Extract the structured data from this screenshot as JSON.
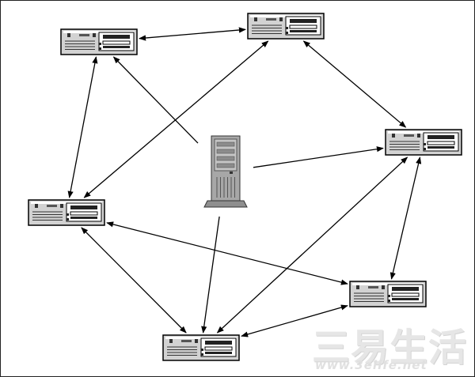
{
  "diagram": {
    "nodes": [
      {
        "id": "client-top-left",
        "kind": "desktop"
      },
      {
        "id": "client-top-center",
        "kind": "desktop"
      },
      {
        "id": "client-right",
        "kind": "desktop"
      },
      {
        "id": "client-left",
        "kind": "desktop"
      },
      {
        "id": "client-bottom-right",
        "kind": "desktop"
      },
      {
        "id": "client-bottom",
        "kind": "desktop"
      },
      {
        "id": "server",
        "kind": "tower"
      }
    ],
    "edges": [
      {
        "from": "client-top-left",
        "to": "client-top-center",
        "arrows": "both"
      },
      {
        "from": "client-top-center",
        "to": "client-right",
        "arrows": "both"
      },
      {
        "from": "client-top-left",
        "to": "client-left",
        "arrows": "both"
      },
      {
        "from": "client-left",
        "to": "client-top-center",
        "arrows": "both"
      },
      {
        "from": "client-left",
        "to": "client-bottom-right",
        "arrows": "both"
      },
      {
        "from": "client-left",
        "to": "client-bottom",
        "arrows": "both"
      },
      {
        "from": "client-right",
        "to": "client-bottom-right",
        "arrows": "both"
      },
      {
        "from": "client-right",
        "to": "client-bottom",
        "arrows": "both"
      },
      {
        "from": "client-bottom-right",
        "to": "client-bottom",
        "arrows": "both"
      },
      {
        "from": "server",
        "to": "client-top-left",
        "arrows": "end"
      },
      {
        "from": "server",
        "to": "client-right",
        "arrows": "end"
      },
      {
        "from": "server",
        "to": "client-bottom",
        "arrows": "end"
      }
    ]
  },
  "watermark": {
    "text_cn": "三易生活",
    "url": "www.3elife.net"
  }
}
